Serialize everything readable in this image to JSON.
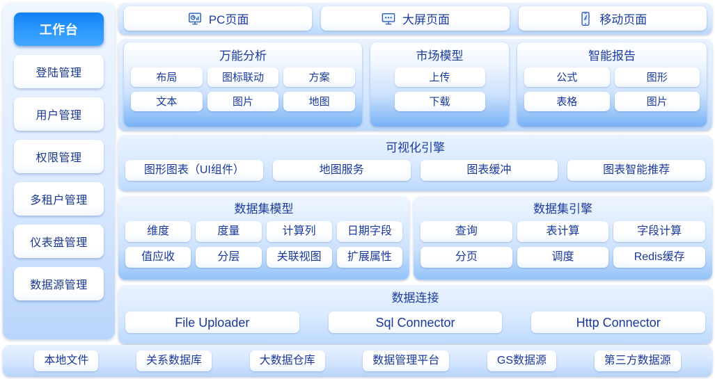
{
  "sidebar": {
    "items": [
      {
        "label": "工作台",
        "active": true
      },
      {
        "label": "登陆管理",
        "active": false
      },
      {
        "label": "用户管理",
        "active": false
      },
      {
        "label": "权限管理",
        "active": false
      },
      {
        "label": "多租户管理",
        "active": false
      },
      {
        "label": "仪表盘管理",
        "active": false
      },
      {
        "label": "数据源管理",
        "active": false
      }
    ]
  },
  "tabs": [
    {
      "label": "PC页面",
      "icon": "pc-monitor-icon"
    },
    {
      "label": "大屏页面",
      "icon": "large-screen-icon"
    },
    {
      "label": "移动页面",
      "icon": "mobile-phone-icon"
    }
  ],
  "modules": [
    {
      "title": "万能分析",
      "items": [
        "布局",
        "图标联动",
        "方案",
        "文本",
        "图片",
        "地图"
      ]
    },
    {
      "title": "市场模型",
      "items": [
        "上传",
        "下载"
      ]
    },
    {
      "title": "智能报告",
      "items": [
        "公式",
        "图形",
        "表格",
        "图片"
      ]
    }
  ],
  "visualization": {
    "title": "可视化引擎",
    "items": [
      "图形图表（UI组件）",
      "地图服务",
      "图表缓冲",
      "图表智能推荐"
    ]
  },
  "dataset_model": {
    "title": "数据集模型",
    "items": [
      "维度",
      "度量",
      "计算列",
      "日期字段",
      "值应收",
      "分层",
      "关联视图",
      "扩展属性"
    ]
  },
  "dataset_engine": {
    "title": "数据集引擎",
    "items": [
      "查询",
      "表计算",
      "字段计算",
      "分页",
      "调度",
      "Redis缓存"
    ]
  },
  "data_connection": {
    "title": "数据连接",
    "items": [
      "File Uploader",
      "Sql Connector",
      "Http Connector"
    ]
  },
  "data_sources": {
    "items": [
      "本地文件",
      "关系数据库",
      "大数据仓库",
      "数据管理平台",
      "GS数据源",
      "第三方数据源"
    ]
  },
  "colors": {
    "accent": "#1280f3",
    "text": "#1b3c9c",
    "panel_light": "#eaf3ff",
    "panel_blue": "#78b2f7",
    "background": "#000000"
  }
}
